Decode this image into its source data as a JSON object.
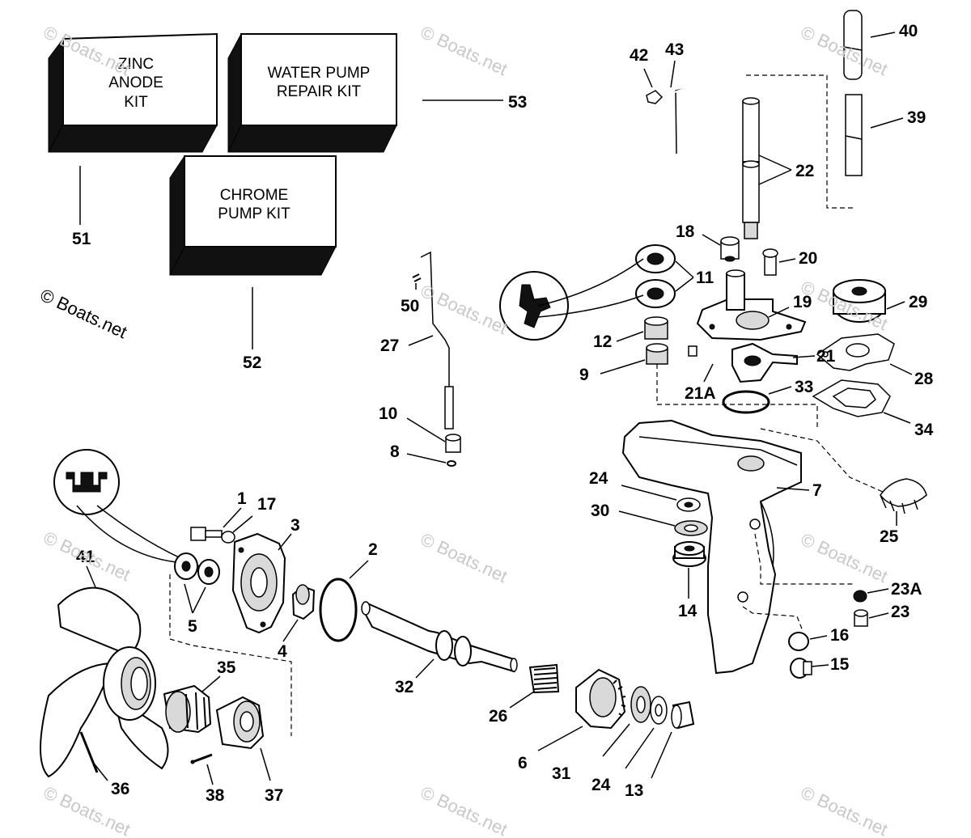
{
  "kits": [
    {
      "id": "zinc-anode-kit",
      "lines": [
        "ZINC",
        "ANODE",
        "KIT"
      ]
    },
    {
      "id": "water-pump-repair-kit",
      "lines": [
        "WATER PUMP",
        "REPAIR KIT"
      ]
    },
    {
      "id": "chrome-pump-kit",
      "lines": [
        "CHROME",
        "PUMP KIT"
      ]
    }
  ],
  "callouts": {
    "c1": "1",
    "c2": "2",
    "c3": "3",
    "c4": "4",
    "c5": "5",
    "c6": "6",
    "c7": "7",
    "c8": "8",
    "c9": "9",
    "c10": "10",
    "c11": "11",
    "c12": "12",
    "c13": "13",
    "c14": "14",
    "c15": "15",
    "c16": "16",
    "c17": "17",
    "c18": "18",
    "c19": "19",
    "c20": "20",
    "c21": "21",
    "c21A": "21A",
    "c22": "22",
    "c23": "23",
    "c23A": "23A",
    "c24a": "24",
    "c24b": "24",
    "c25": "25",
    "c26": "26",
    "c27": "27",
    "c28": "28",
    "c29": "29",
    "c30": "30",
    "c31": "31",
    "c32": "32",
    "c33": "33",
    "c34": "34",
    "c35": "35",
    "c36": "36",
    "c37": "37",
    "c38": "38",
    "c39": "39",
    "c40": "40",
    "c41": "41",
    "c42": "42",
    "c43": "43",
    "c50": "50",
    "c51": "51",
    "c52": "52",
    "c53": "53"
  },
  "watermark": "© Boats.net"
}
